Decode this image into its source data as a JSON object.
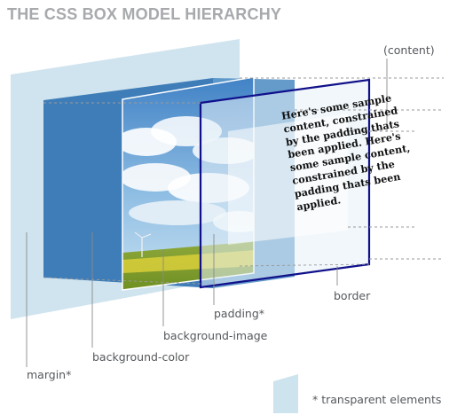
{
  "title": "THE CSS BOX MODEL HIERARCHY",
  "labels": {
    "content": "(content)",
    "border": "border",
    "padding": "padding*",
    "background_image": "background-image",
    "background_color": "background-color",
    "margin": "margin*",
    "legend": "* transparent elements"
  },
  "sample_text": [
    "Here's some sample",
    "content, constrained",
    "by the padding thats",
    "been applied. Here's",
    "some sample content,",
    "constrained by the",
    "padding thats been",
    "applied."
  ],
  "colors": {
    "margin_layer": "#cde3ee",
    "background_color_layer": "#3f7db8",
    "border_stroke": "#10108a",
    "guide_lines": "#9a9a9a",
    "title": "#a7a9ac"
  }
}
